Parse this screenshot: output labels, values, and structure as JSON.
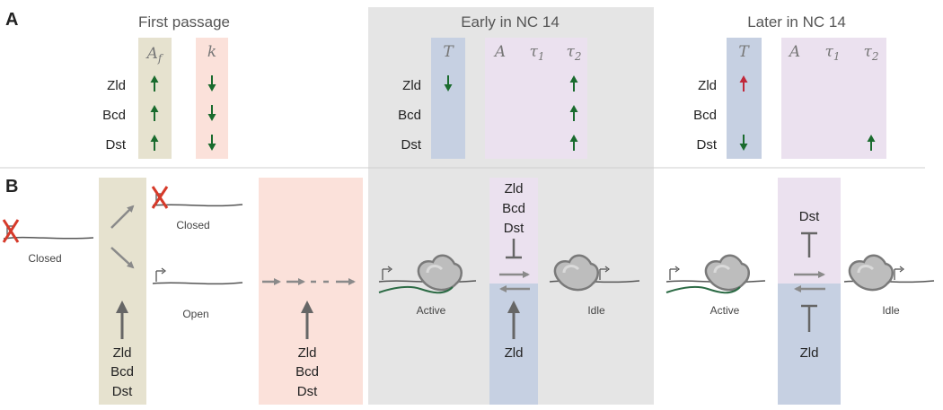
{
  "panel_labels": {
    "a": "A",
    "b": "B"
  },
  "panel_a": {
    "sections": [
      {
        "title": "First passage",
        "params": [
          "Af",
          "k"
        ]
      },
      {
        "title": "Early in NC 14",
        "params": [
          "T",
          "A",
          "τ1",
          "τ2"
        ]
      },
      {
        "title": "Later in NC 14",
        "params": [
          "T",
          "A",
          "τ1",
          "τ2"
        ]
      }
    ],
    "factors": [
      "Zld",
      "Bcd",
      "Dst"
    ],
    "effects": {
      "first_passage": {
        "Af": [
          "up",
          "up",
          "up"
        ],
        "k": [
          "down",
          "down",
          "down"
        ]
      },
      "early": {
        "T": [
          "down",
          "",
          ""
        ],
        "tau2": [
          "up",
          "up",
          "up"
        ]
      },
      "later": {
        "T": [
          "up",
          "",
          "down"
        ],
        "tau2": [
          "",
          "",
          "up"
        ]
      }
    },
    "colors": {
      "increase": "#1a6b2e",
      "decrease": "#1a6b2e",
      "highlight": "#c0283a"
    }
  },
  "panel_b": {
    "states": {
      "closed_left": "Closed",
      "closed_right": "Closed",
      "open": "Open",
      "active_early": "Active",
      "idle_early": "Idle",
      "active_later": "Active",
      "idle_later": "Idle"
    },
    "regulators": {
      "first_passage": [
        "Zld",
        "Bcd",
        "Dst"
      ],
      "k_steps": [
        "Zld",
        "Bcd",
        "Dst"
      ],
      "early_top": [
        "Zld",
        "Bcd",
        "Dst"
      ],
      "early_bottom": "Zld",
      "later_top": "Dst",
      "later_bottom": "Zld"
    }
  },
  "colors": {
    "olive": "#e6e2cf",
    "pink": "#fbe1da",
    "lavender": "#ebe1ef",
    "blue": "#c6d0e2",
    "gray_band": "#e5e5e5",
    "arrow_gray": "#777777",
    "dna": "#555555",
    "rna": "#2c6b45",
    "cross": "#d63a2a"
  }
}
